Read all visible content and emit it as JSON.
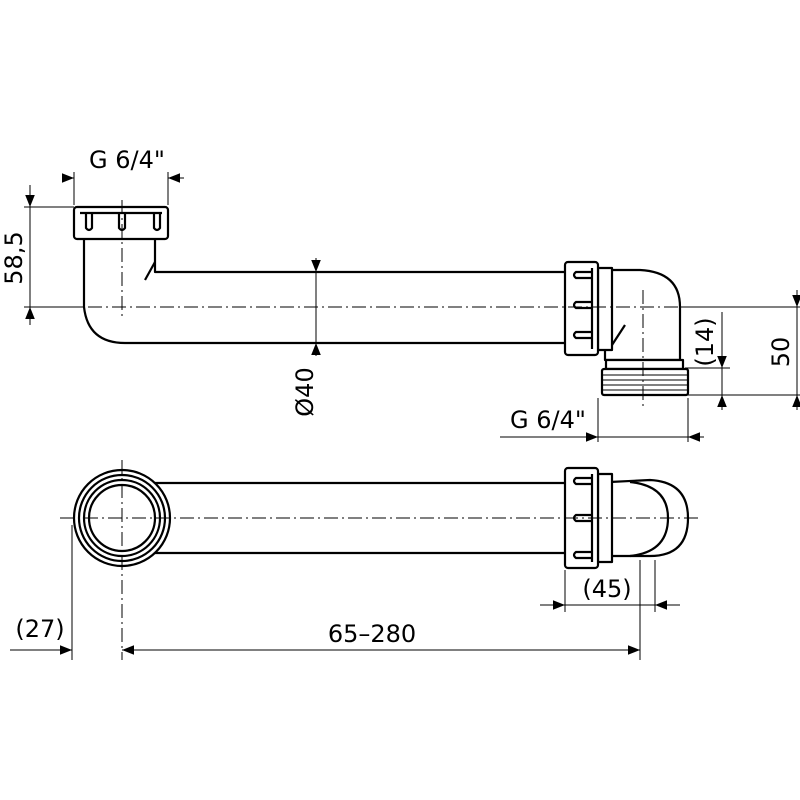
{
  "dimensions": {
    "top_thread": "G 6/4\"",
    "height_top": "58,5",
    "diameter": "Ø40",
    "outlet_offset": "(14)",
    "outlet_height": "50",
    "bottom_thread": "G 6/4\"",
    "elbow_width": "(45)",
    "left_offset": "(27)",
    "length_range": "65–280"
  },
  "colors": {
    "line": "#000000",
    "background": "#ffffff"
  }
}
